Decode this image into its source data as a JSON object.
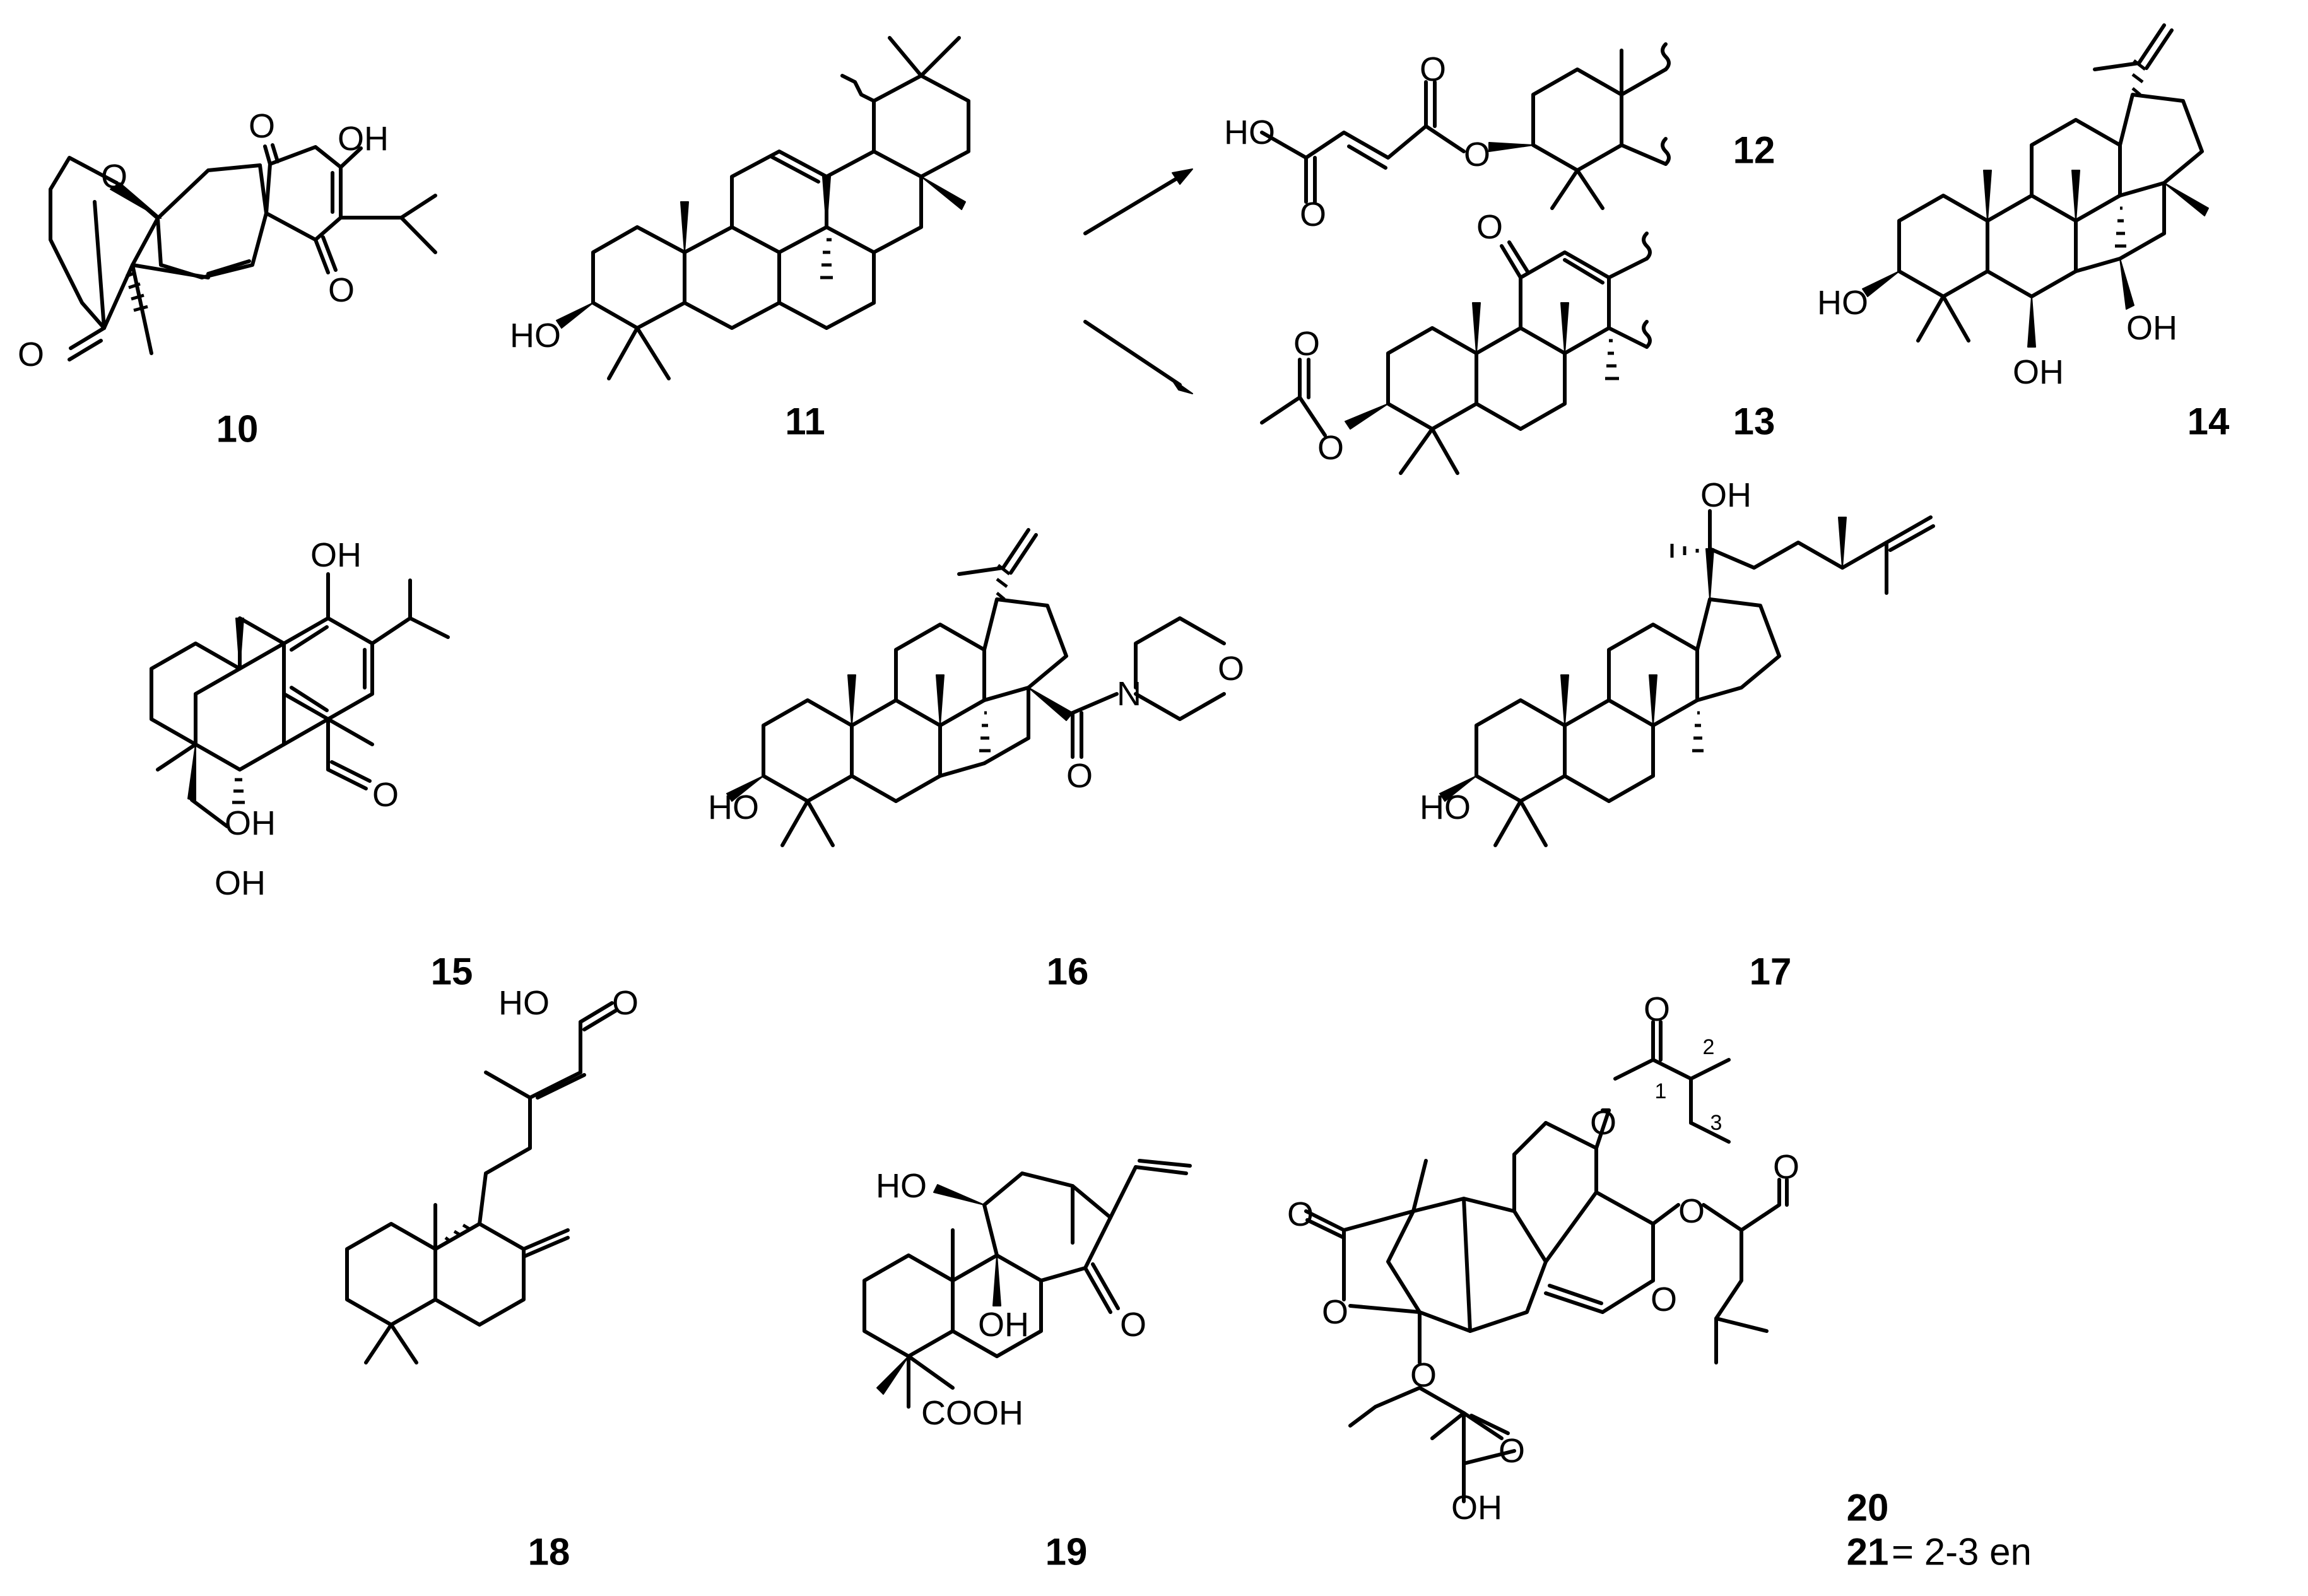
{
  "compounds": [
    {
      "id": "10"
    },
    {
      "id": "11"
    },
    {
      "id": "12"
    },
    {
      "id": "13"
    },
    {
      "id": "14"
    },
    {
      "id": "15"
    },
    {
      "id": "16"
    },
    {
      "id": "17"
    },
    {
      "id": "18"
    },
    {
      "id": "19"
    },
    {
      "id": "20"
    },
    {
      "id": "21",
      "note": " = 2-3 en"
    }
  ],
  "atoms": {
    "OH": "OH",
    "HO": "HO",
    "O": "O",
    "N": "N",
    "COOH": "COOH"
  },
  "locants": {
    "c1": "1",
    "c2": "2",
    "c3": "3"
  }
}
